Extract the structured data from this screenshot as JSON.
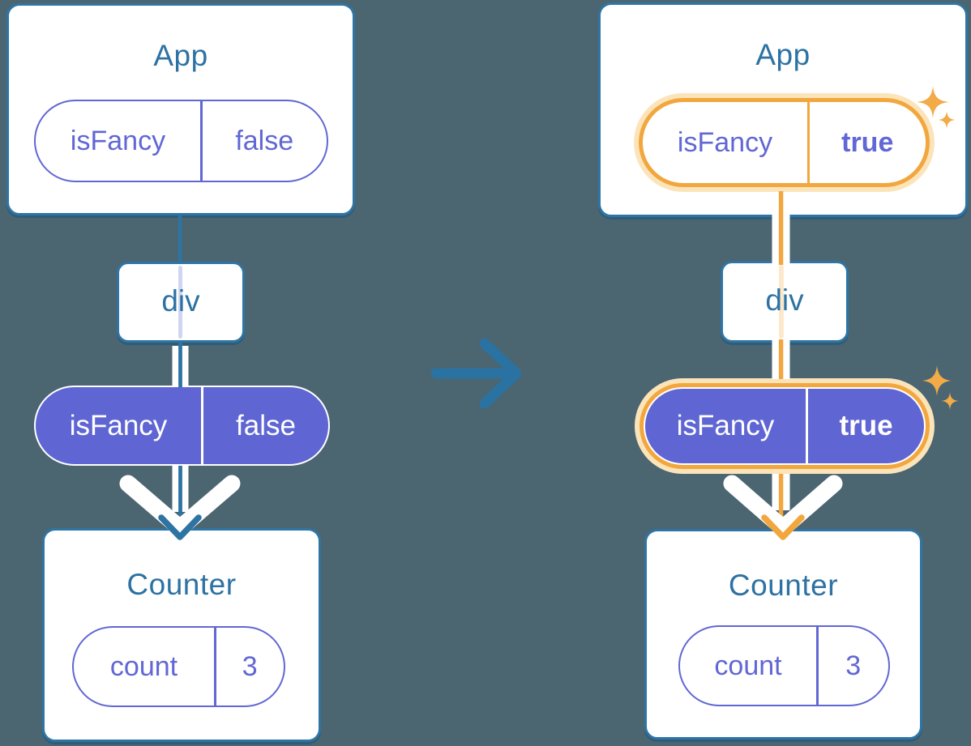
{
  "diagram": {
    "description": "Two React component trees (before and after state change) connected by a transition arrow",
    "before": {
      "app": {
        "title": "App",
        "prop": {
          "key": "isFancy",
          "value": "false"
        }
      },
      "container": {
        "label": "div"
      },
      "prop_pill": {
        "key": "isFancy",
        "value": "false"
      },
      "counter": {
        "title": "Counter",
        "state": {
          "key": "count",
          "value": "3"
        }
      }
    },
    "after": {
      "app": {
        "title": "App",
        "prop": {
          "key": "isFancy",
          "value": "true"
        }
      },
      "container": {
        "label": "div"
      },
      "prop_pill": {
        "key": "isFancy",
        "value": "true"
      },
      "counter": {
        "title": "Counter",
        "state": {
          "key": "count",
          "value": "3"
        }
      }
    },
    "icons": {
      "transition_arrow": "right-arrow",
      "sparkle": "four-point-star"
    },
    "colors": {
      "background": "#4b6571",
      "card_border": "#2e75a5",
      "title_text": "#2d72a2",
      "purple_fill": "#5f66d3",
      "purple_text": "#6167d4",
      "teal_line": "#2e74a3",
      "orange": "#f2a73e",
      "orange_cream": "#fce4ba",
      "orange_pale": "#fce9cb",
      "lavender_line": "#cfd7f0",
      "arrow_blue": "#2a72a1",
      "sparkle_orange": "#f2ab47"
    }
  }
}
